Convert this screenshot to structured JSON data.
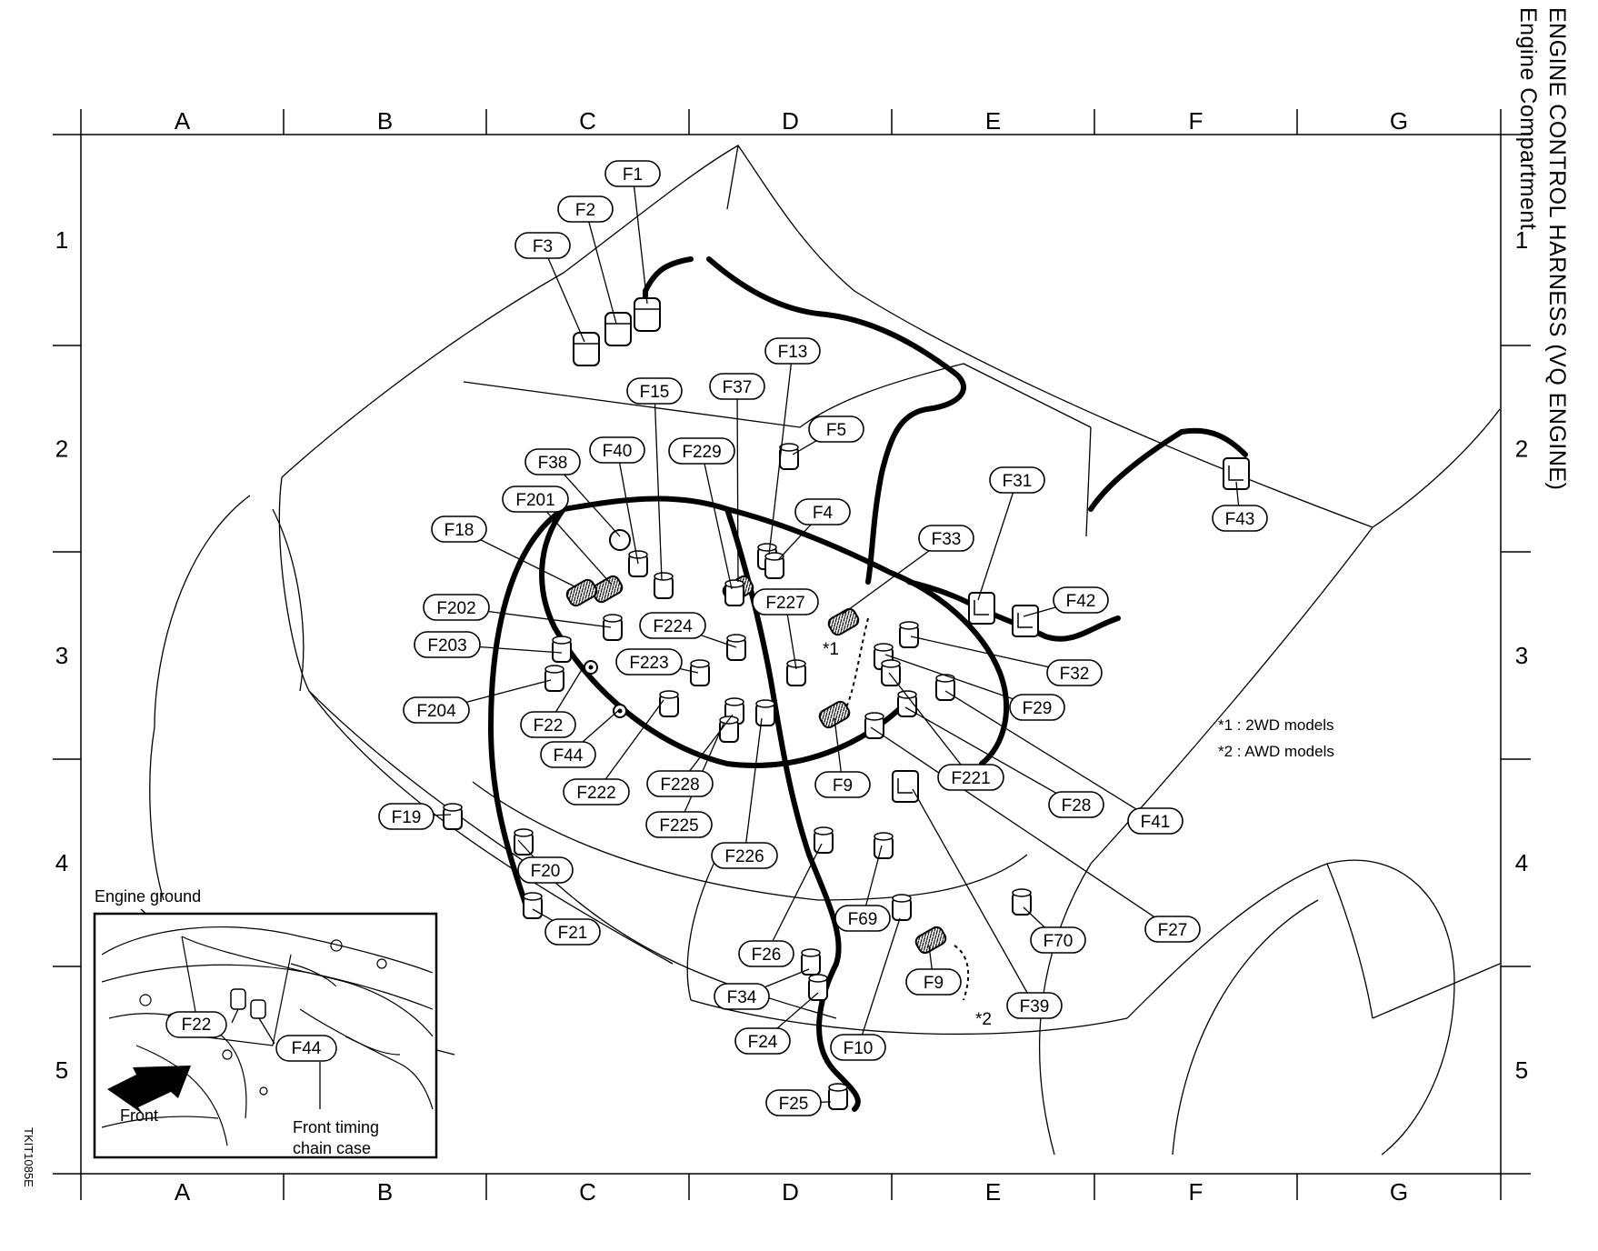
{
  "title": "ENGINE CONTROL HARNESS (VQ ENGINE)",
  "subtitle": "Engine Compartment",
  "figure_id": "TKIT1085E",
  "grid": {
    "columns": [
      "A",
      "B",
      "C",
      "D",
      "E",
      "F",
      "G"
    ],
    "rows": [
      "1",
      "2",
      "3",
      "4",
      "5"
    ]
  },
  "connectors": [
    "F1",
    "F2",
    "F3",
    "F13",
    "F37",
    "F15",
    "F5",
    "F38",
    "F40",
    "F229",
    "F201",
    "F4",
    "F31",
    "F18",
    "F33",
    "F43",
    "F227",
    "F42",
    "F202",
    "F224",
    "F203",
    "F223",
    "F32",
    "F204",
    "F29",
    "F22",
    "F44",
    "F221",
    "F222",
    "F228",
    "F9",
    "F28",
    "F41",
    "F19",
    "F225",
    "F226",
    "F20",
    "F27",
    "F69",
    "F21",
    "F70",
    "F26",
    "F9",
    "F34",
    "F39",
    "F24",
    "F10",
    "F25"
  ],
  "markers": [
    "*1",
    "*2"
  ],
  "legend": [
    "*1 : 2WD models",
    "*2 : AWD models"
  ],
  "inset": {
    "title": "Engine ground",
    "labels": [
      "F22",
      "F44"
    ],
    "front_label": "Front",
    "chain_case_label": [
      "Front timing",
      "chain case"
    ]
  }
}
